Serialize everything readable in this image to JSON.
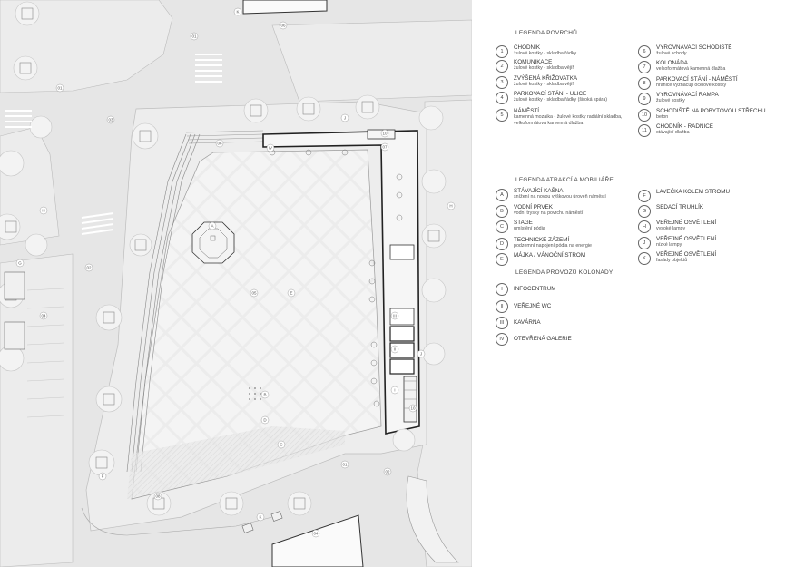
{
  "plan_labels": {
    "n01": "01",
    "n02": "02",
    "n03": "03",
    "n04": "04",
    "n05": "05",
    "n06": "06",
    "n07": "07",
    "n08": "08",
    "n09": "09",
    "n10": "10",
    "A": "A",
    "B": "B",
    "C": "C",
    "D": "D",
    "E": "E",
    "F": "F",
    "G": "G",
    "H": "H",
    "J": "J",
    "K": "K",
    "I": "I",
    "II": "II",
    "III": "III",
    "IV": "IV"
  },
  "legend_surfaces": {
    "title": "LEGENDA POVRCHŮ",
    "items": [
      {
        "n": "1",
        "name": "CHODNÍK",
        "desc": "žulové kostky - skladba řádky"
      },
      {
        "n": "2",
        "name": "KOMUNIKACE",
        "desc": "žulové kostky - skladba vějíř"
      },
      {
        "n": "3",
        "name": "ZVÝŠENÁ KŘIŽOVATKA",
        "desc": "žulové kostky - skladba vějíř"
      },
      {
        "n": "4",
        "name": "PARKOVACÍ STÁNÍ - ULICE",
        "desc": "žulové kostky - skladba řádky (široká spára)"
      },
      {
        "n": "5",
        "name": "NÁMĚSTÍ",
        "desc": "kamenná mozaika - žulové kostky radiální skladba, velkoformátová kamenná dlažba"
      },
      {
        "n": "6",
        "name": "VYROVNÁVACÍ SCHODIŠTĚ",
        "desc": "žulové schody"
      },
      {
        "n": "7",
        "name": "KOLONÁDA",
        "desc": "velkoformátová kamenná dlažba"
      },
      {
        "n": "8",
        "name": "PARKOVACÍ STÁNÍ - NÁMĚSTÍ",
        "desc": "hranice vyznačují ocelové kostky"
      },
      {
        "n": "9",
        "name": "VYROVNÁVACÍ RAMPA",
        "desc": "žulové kostky"
      },
      {
        "n": "10",
        "name": "SCHODIŠTĚ NA POBYTOVOU STŘECHU",
        "desc": "beton"
      },
      {
        "n": "11",
        "name": "CHODNÍK - RADNICE",
        "desc": "stávající dlažba"
      }
    ]
  },
  "legend_attractions": {
    "title": "LEGENDA ATRAKCÍ A MOBILIÁŘE",
    "items": [
      {
        "n": "A",
        "name": "STÁVAJÍCÍ KAŠNA",
        "desc": "snížení na novou výškovou úroveň náměstí"
      },
      {
        "n": "B",
        "name": "VODNÍ PRVEK",
        "desc": "vodní trysky na povrchu náměstí"
      },
      {
        "n": "C",
        "name": "STAGE",
        "desc": "umístění pódia"
      },
      {
        "n": "D",
        "name": "TECHNICKÉ ZÁZEMÍ",
        "desc": "podzemní napojení pódia na energie"
      },
      {
        "n": "E",
        "name": "MÁJKA / VÁNOČNÍ STROM",
        "desc": ""
      },
      {
        "n": "F",
        "name": "LAVEČKA KOLEM STROMU",
        "desc": ""
      },
      {
        "n": "G",
        "name": "SEDACÍ TRUHLÍK",
        "desc": ""
      },
      {
        "n": "H",
        "name": "VEŘEJNÉ OSVĚTLENÍ",
        "desc": "vysoké lampy"
      },
      {
        "n": "J",
        "name": "VEŘEJNÉ OSVĚTLENÍ",
        "desc": "nízké lampy"
      },
      {
        "n": "K",
        "name": "VEŘEJNÉ OSVĚTLENÍ",
        "desc": "fasády objektů"
      }
    ]
  },
  "legend_colonnade": {
    "title": "LEGENDA PROVOZŮ KOLONÁDY",
    "items": [
      {
        "n": "I",
        "name": "INFOCENTRUM"
      },
      {
        "n": "II",
        "name": "VEŘEJNÉ WC"
      },
      {
        "n": "III",
        "name": "KAVÁRNA"
      },
      {
        "n": "IV",
        "name": "OTEVŘENÁ GALERIE"
      }
    ]
  }
}
